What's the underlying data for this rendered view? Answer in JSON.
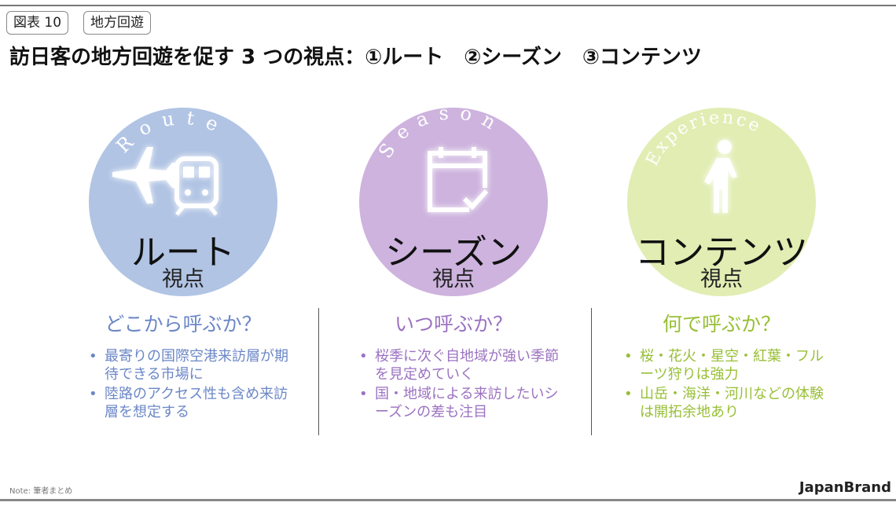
{
  "tags": [
    "図表 10",
    "地方回遊"
  ],
  "title": "訪日客の地方回遊を促す 3 つの視点：①ルート　②シーズン　③コンテンツ",
  "columns": [
    {
      "arc": "Route",
      "name": "ルート",
      "sub": "視点",
      "question": "どこから呼ぶか？",
      "color": "#6b87c7",
      "circle": "#b1c4e4",
      "icon": "plane-train-icon",
      "bullets": [
        "最寄りの国際空港来訪層が期待できる市場に",
        "陸路のアクセス性も含め来訪層を想定する"
      ]
    },
    {
      "arc": "Season",
      "name": "シーズン",
      "sub": "視点",
      "question": "いつ呼ぶか？",
      "color": "#9b72c1",
      "circle": "#cdb3de",
      "icon": "calendar-check-icon",
      "bullets": [
        "桜季に次ぐ自地域が強い季節を見定めていく",
        "国・地域による来訪したいシーズンの差も注目"
      ]
    },
    {
      "arc": "Experience",
      "name": "コンテンツ",
      "sub": "視点",
      "question": "何で呼ぶか？",
      "color": "#98bf35",
      "circle": "#e1edb3",
      "icon": "walking-person-icon",
      "bullets": [
        "桜・花火・星空・紅葉・フルーツ狩りは強力",
        "山岳・海洋・河川などの体験は開拓余地あり"
      ]
    }
  ],
  "note": "Note: 筆者まとめ",
  "brand": "JapanBrand"
}
